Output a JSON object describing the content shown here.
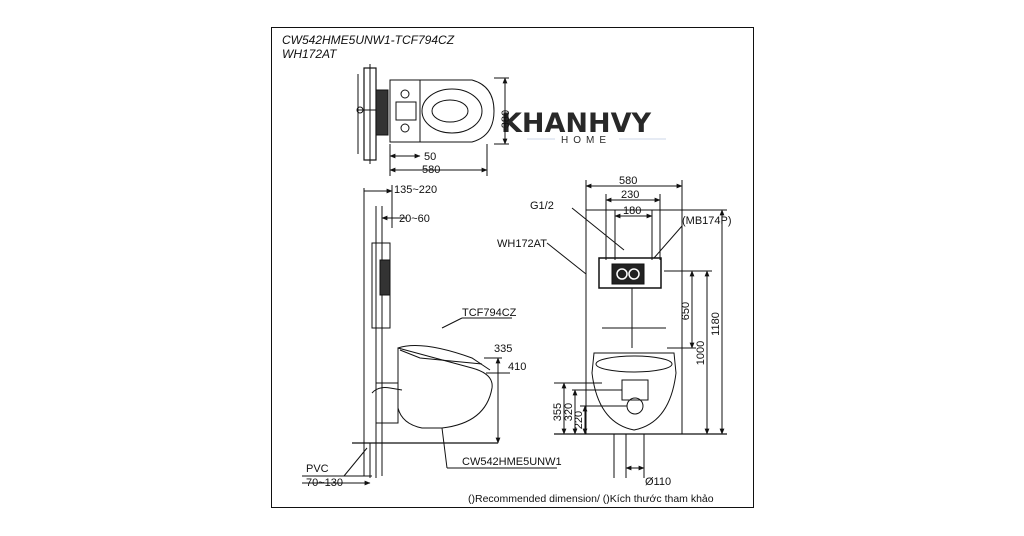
{
  "header": {
    "model_line": "CW542HME5UNW1-TCF794CZ",
    "frame_model": "WH172AT"
  },
  "watermark": {
    "brand": "KHANHVY",
    "sub": "HOME",
    "color": "#c7d3e6"
  },
  "top_view": {
    "dim_width": "580",
    "dim_depth": "380",
    "dim_offset": "50"
  },
  "side_view": {
    "dim_frame_depth": "135~220",
    "dim_gap": "20~60",
    "label_seat": "TCF794CZ",
    "dim_seat_height": "335",
    "dim_rim_height": "410",
    "label_pvc": "PVC",
    "dim_pvc": "70~130",
    "label_bowl": "CW542HME5UNW1"
  },
  "front_view": {
    "dim_width": "580",
    "dim_inner": "230",
    "dim_center": "180",
    "label_inlet": "G1/2",
    "label_plate": "(MB174P)",
    "label_frame": "WH172AT",
    "dim_650": "650",
    "dim_1000": "1000",
    "dim_1180": "1180",
    "dim_355": "355",
    "dim_320": "320",
    "dim_220": "220",
    "dim_outlet": "Ø110"
  },
  "footnote": "()Recommended dimension/ ()Kích thước tham khảo"
}
